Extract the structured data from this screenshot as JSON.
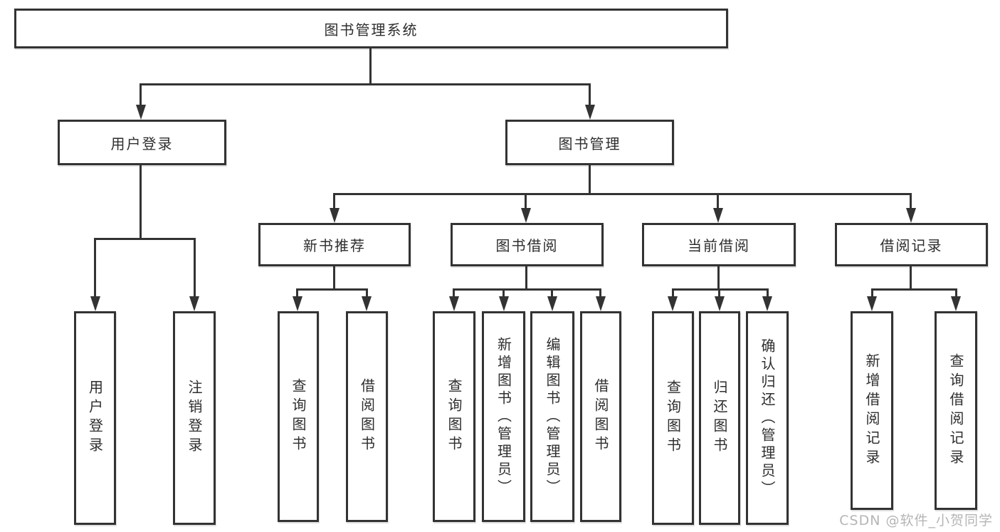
{
  "title": "图书管理系统",
  "watermark": "CSDN @软件_小贺同学",
  "colors": {
    "line": "#333333",
    "box_border": "#333333",
    "box_background": "#ffffff",
    "text": "#2e2e2e",
    "watermark": "#b5b5b5",
    "background": "#ffffff"
  },
  "nodes": {
    "root": "图书管理系统",
    "user_login": "用户登录",
    "book_mgmt": "图书管理",
    "new_book_rec": "新书推荐",
    "book_borrow": "图书借阅",
    "current_borrow": "当前借阅",
    "borrow_record": "借阅记录",
    "ul_user_login": "用户登录",
    "ul_logout": "注销登录",
    "nb_query": "查询图书",
    "nb_borrow": "借阅图书",
    "bb_query": "查询图书",
    "bb_add": "新增图书（管理员）",
    "bb_edit": "编辑图书（管理员）",
    "bb_borrow": "借阅图书",
    "cb_query": "查询图书",
    "cb_return": "归还图书",
    "cb_confirm": "确认归还（管理员）",
    "br_add": "新增借阅记录",
    "br_query": "查询借阅记录"
  },
  "structure": {
    "图书管理系统": {
      "用户登录": [
        "用户登录",
        "注销登录"
      ],
      "图书管理": {
        "新书推荐": [
          "查询图书",
          "借阅图书"
        ],
        "图书借阅": [
          "查询图书",
          "新增图书（管理员）",
          "编辑图书（管理员）",
          "借阅图书"
        ],
        "当前借阅": [
          "查询图书",
          "归还图书",
          "确认归还（管理员）"
        ],
        "借阅记录": [
          "新增借阅记录",
          "查询借阅记录"
        ]
      }
    }
  }
}
